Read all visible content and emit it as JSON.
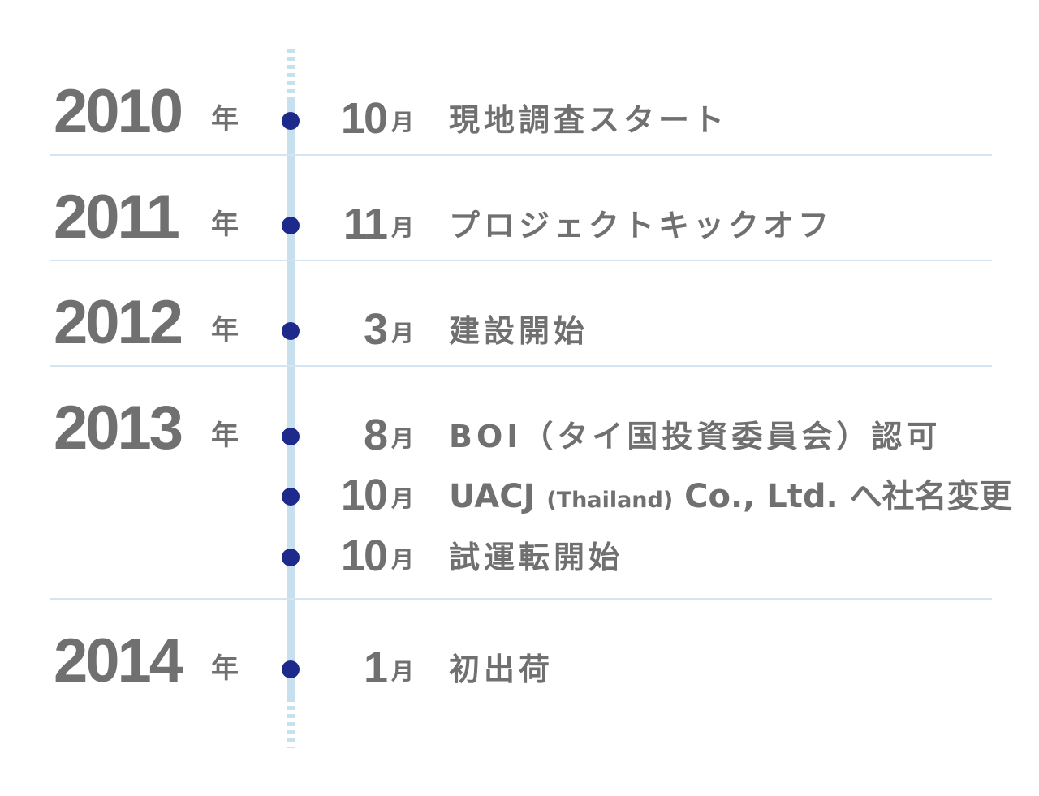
{
  "colors": {
    "text": "#707070",
    "timeline_bar": "#c8dfee",
    "divider": "#d3e5f1",
    "dot": "#1d2a8c"
  },
  "year_suffix": "年",
  "month_suffix": "月",
  "timeline": [
    {
      "year": "2010",
      "events": [
        {
          "month": "10",
          "text": "現地調査スタート"
        }
      ]
    },
    {
      "year": "2011",
      "events": [
        {
          "month": "11",
          "text": "プロジェクトキックオフ"
        }
      ]
    },
    {
      "year": "2012",
      "events": [
        {
          "month": "3",
          "text": "建設開始"
        }
      ]
    },
    {
      "year": "2013",
      "events": [
        {
          "month": "8",
          "text": "BOI（タイ国投資委員会）認可"
        },
        {
          "month": "10",
          "text_parts": [
            "UACJ ",
            "(Thailand)",
            " Co., Ltd. へ社名変更"
          ]
        },
        {
          "month": "10",
          "text": "試運転開始"
        }
      ]
    },
    {
      "year": "2014",
      "events": [
        {
          "month": "1",
          "text": "初出荷"
        }
      ]
    }
  ]
}
